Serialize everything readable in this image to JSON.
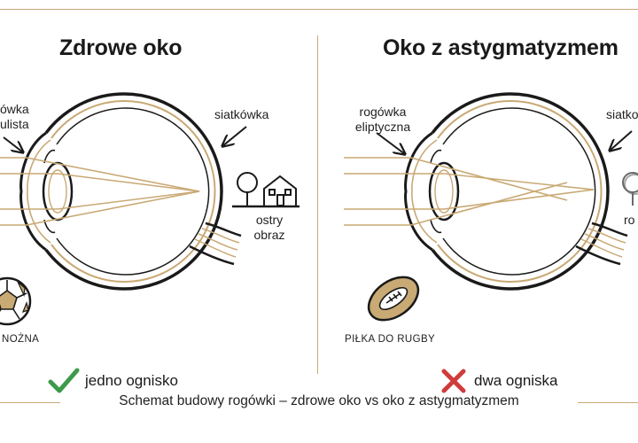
{
  "left_panel": {
    "title": "Zdrowe oko",
    "cornea_label": [
      "ówka",
      "ulista"
    ],
    "retina_label": "siatkówka",
    "image_label": [
      "ostry",
      "obraz"
    ],
    "ball_label": "NOŻNA",
    "status": "jedno ognisko",
    "status_icon": "check-icon"
  },
  "right_panel": {
    "title": "Oko z astygmatyzmem",
    "cornea_label": [
      "rogówka",
      "eliptyczna"
    ],
    "retina_label": "siatkow",
    "image_label": [
      "ro"
    ],
    "ball_label": "PIŁKA DO RUGBY",
    "status": "dwa ogniska",
    "status_icon": "cross-icon"
  },
  "caption": "Schemat budowy rogówki – zdrowe oko vs oko z astygmatyzmem",
  "colors": {
    "accent_gold": "#c9a974",
    "line_dark": "#1a1a1a",
    "check_green": "#3c9a4a",
    "cross_red": "#cf3c3c"
  }
}
